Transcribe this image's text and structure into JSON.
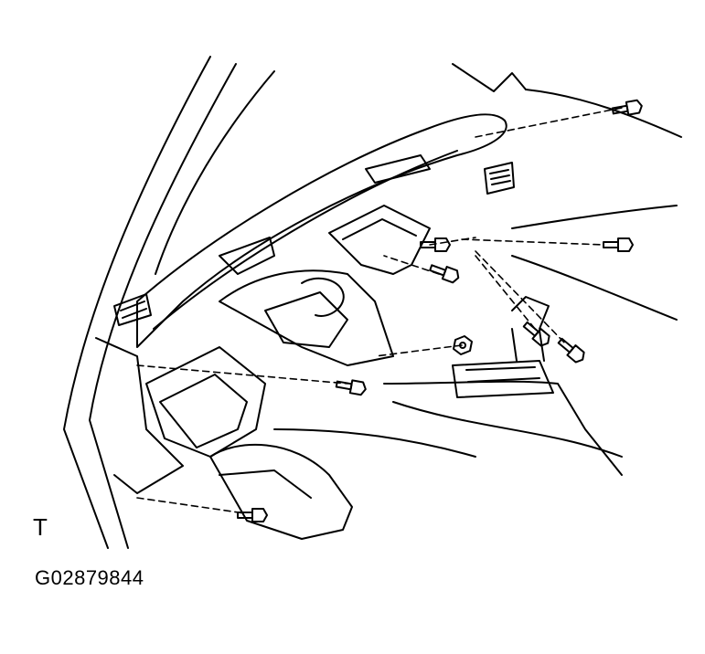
{
  "figure": {
    "view_letter": "T",
    "figure_code": "G02879844"
  },
  "colors": {
    "line": "#000000",
    "background": "#ffffff"
  },
  "parts": {
    "bolt_icon": "hex-flange-bolt",
    "nut_icon": "hex-nut"
  }
}
